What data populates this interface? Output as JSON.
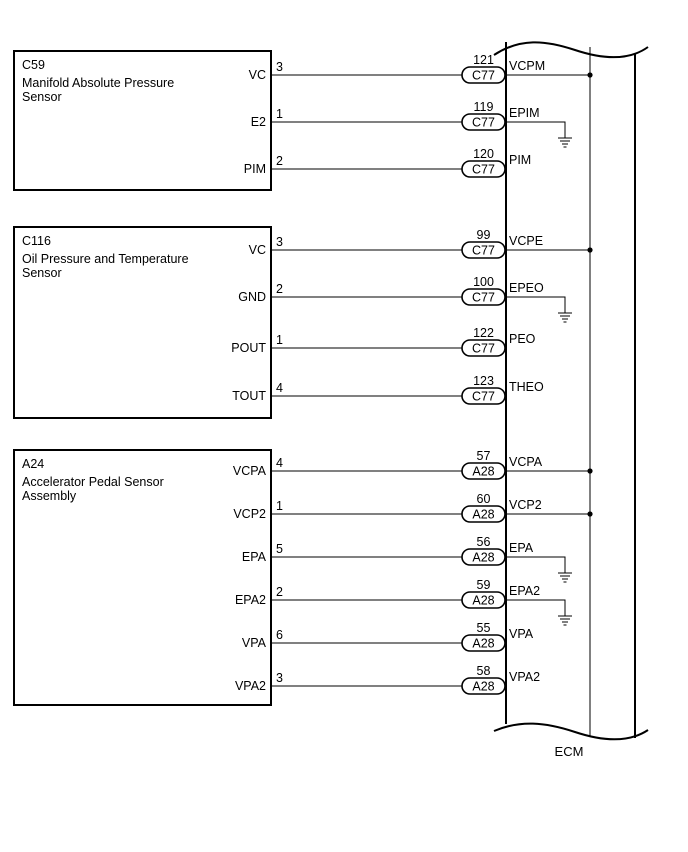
{
  "diagram": {
    "ecm_label": "ECM",
    "components": [
      {
        "id": "C59",
        "name_lines": [
          "Manifold Absolute Pressure",
          "Sensor"
        ],
        "pins": [
          {
            "terminal": "VC",
            "pin": "3",
            "ecm_pin": "121",
            "connector": "C77",
            "ecm_terminal": "VCPM",
            "ecm_connection": "junction"
          },
          {
            "terminal": "E2",
            "pin": "1",
            "ecm_pin": "119",
            "connector": "C77",
            "ecm_terminal": "EPIM",
            "ecm_connection": "ground"
          },
          {
            "terminal": "PIM",
            "pin": "2",
            "ecm_pin": "120",
            "connector": "C77",
            "ecm_terminal": "PIM",
            "ecm_connection": "none"
          }
        ]
      },
      {
        "id": "C116",
        "name_lines": [
          "Oil Pressure and Temperature",
          "Sensor"
        ],
        "pins": [
          {
            "terminal": "VC",
            "pin": "3",
            "ecm_pin": "99",
            "connector": "C77",
            "ecm_terminal": "VCPE",
            "ecm_connection": "junction"
          },
          {
            "terminal": "GND",
            "pin": "2",
            "ecm_pin": "100",
            "connector": "C77",
            "ecm_terminal": "EPEO",
            "ecm_connection": "ground"
          },
          {
            "terminal": "POUT",
            "pin": "1",
            "ecm_pin": "122",
            "connector": "C77",
            "ecm_terminal": "PEO",
            "ecm_connection": "none"
          },
          {
            "terminal": "TOUT",
            "pin": "4",
            "ecm_pin": "123",
            "connector": "C77",
            "ecm_terminal": "THEO",
            "ecm_connection": "none"
          }
        ]
      },
      {
        "id": "A24",
        "name_lines": [
          "Accelerator Pedal Sensor",
          "Assembly"
        ],
        "pins": [
          {
            "terminal": "VCPA",
            "pin": "4",
            "ecm_pin": "57",
            "connector": "A28",
            "ecm_terminal": "VCPA",
            "ecm_connection": "junction"
          },
          {
            "terminal": "VCP2",
            "pin": "1",
            "ecm_pin": "60",
            "connector": "A28",
            "ecm_terminal": "VCP2",
            "ecm_connection": "junction"
          },
          {
            "terminal": "EPA",
            "pin": "5",
            "ecm_pin": "56",
            "connector": "A28",
            "ecm_terminal": "EPA",
            "ecm_connection": "ground"
          },
          {
            "terminal": "EPA2",
            "pin": "2",
            "ecm_pin": "59",
            "connector": "A28",
            "ecm_terminal": "EPA2",
            "ecm_connection": "ground"
          },
          {
            "terminal": "VPA",
            "pin": "6",
            "ecm_pin": "55",
            "connector": "A28",
            "ecm_terminal": "VPA",
            "ecm_connection": "none"
          },
          {
            "terminal": "VPA2",
            "pin": "3",
            "ecm_pin": "58",
            "connector": "A28",
            "ecm_terminal": "VPA2",
            "ecm_connection": "none"
          }
        ]
      }
    ]
  }
}
